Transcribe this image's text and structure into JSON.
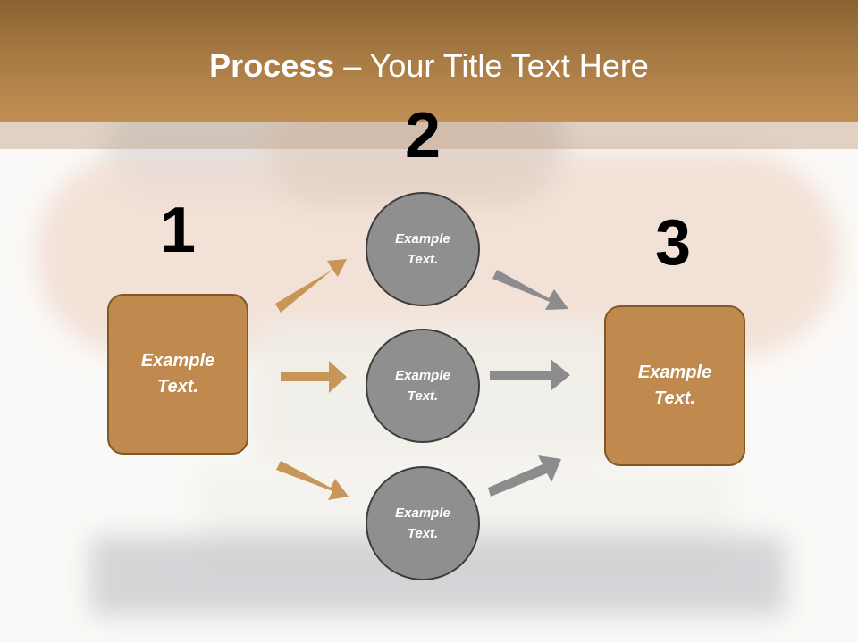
{
  "title": {
    "bold": "Process",
    "rest": " – Your Title Text Here"
  },
  "steps": {
    "one": "1",
    "two": "2",
    "three": "3"
  },
  "boxes": {
    "left": "Example Text.",
    "right": "Example Text."
  },
  "circles": {
    "top": "Example Text.",
    "middle": "Example Text.",
    "bottom": "Example Text."
  },
  "colors": {
    "accent": "#c08a4f",
    "circle": "#8f8f8f",
    "arrow_in": "#c9965a",
    "arrow_out": "#8c8c8c"
  }
}
